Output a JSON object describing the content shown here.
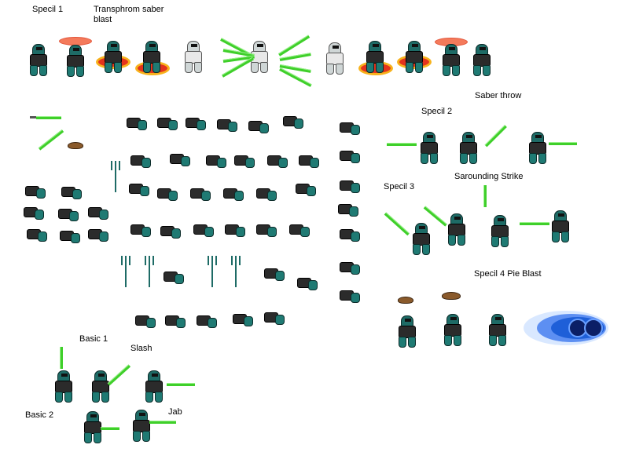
{
  "labels": {
    "specil1": "Specil 1",
    "transform_blast": "Transphrom saber\nblast",
    "saber_throw": "Saber throw",
    "specil2": "Specil 2",
    "specil3": "Specil 3",
    "sarounding": "Sarounding Strike",
    "specil4": "Specil 4 Pie Blast",
    "basic1": "Basic 1",
    "slash": "Slash",
    "basic2": "Basic 2",
    "jab": "Jab"
  },
  "colors": {
    "armor": "#1f7a73",
    "suit": "#2b2b2b",
    "saber": "#3fcf2a",
    "blast": "#1e5fd8",
    "ring": "#e3331d",
    "pie": "#8a5a2b"
  },
  "icons": [
    "sprite-figure-icon",
    "lightsaber-icon",
    "trident-icon",
    "pie-icon",
    "energy-ring-icon",
    "blue-energy-blast-icon"
  ]
}
